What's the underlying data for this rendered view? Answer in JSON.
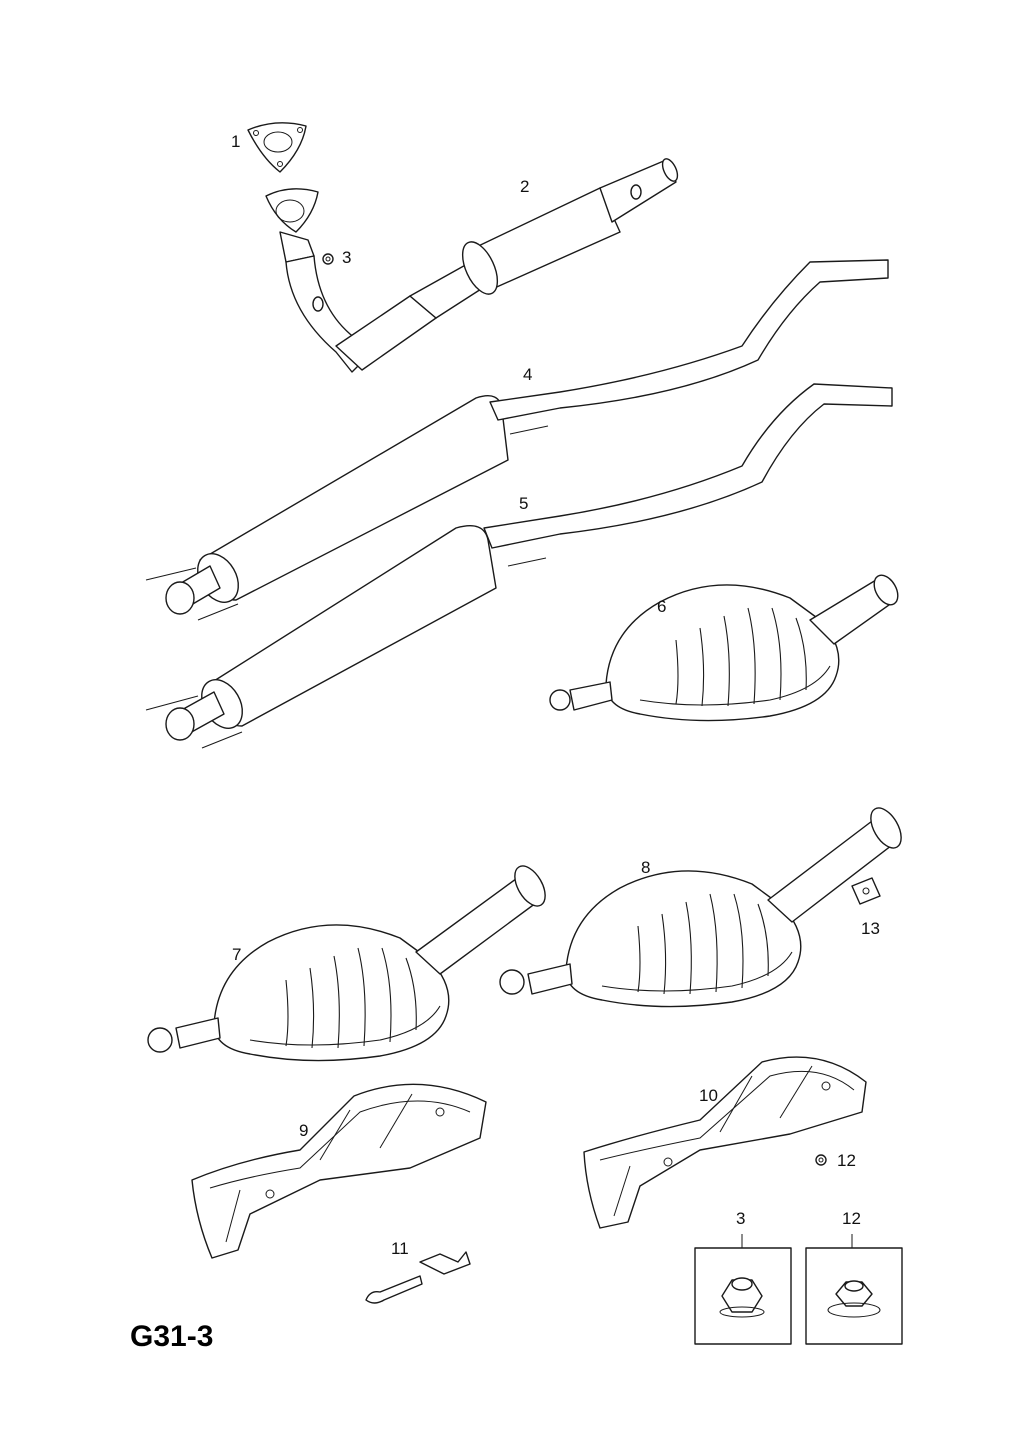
{
  "diagram": {
    "page_code": "G31-3",
    "callouts": [
      "1",
      "2",
      "3",
      "4",
      "5",
      "6",
      "7",
      "8",
      "9",
      "10",
      "11",
      "12",
      "13"
    ],
    "detail_boxes": [
      {
        "label": "3"
      },
      {
        "label": "12"
      }
    ],
    "colors": {
      "line": "#1a1a1a",
      "background": "#ffffff"
    }
  }
}
